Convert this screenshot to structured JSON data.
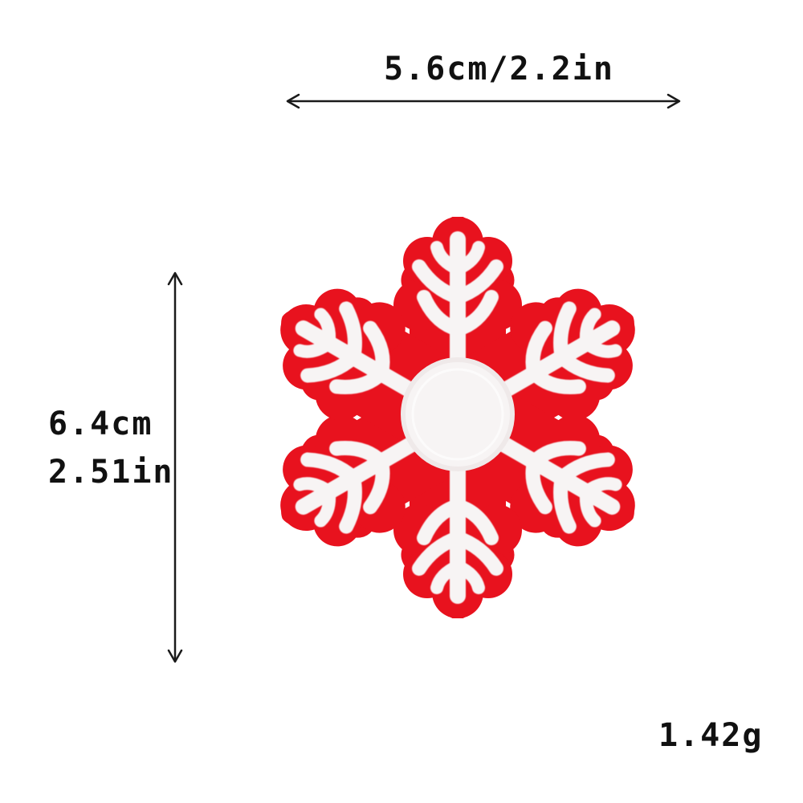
{
  "dimensions": {
    "width_text": "5.6cm/2.2in",
    "height_text_cm": "6.4cm",
    "height_text_in": "2.51in",
    "weight_text": "1.42g"
  },
  "product": {
    "icon": "snowflake-patch",
    "patch_color": "#e8121e",
    "embroidery_color": "#f7f4f4"
  }
}
